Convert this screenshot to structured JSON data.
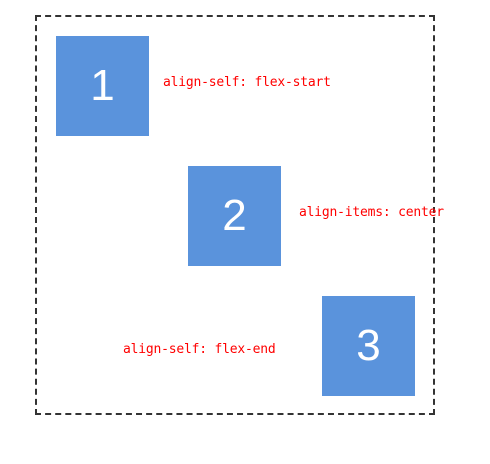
{
  "colors": {
    "box_fill": "#5a93dc",
    "box_text": "#ffffff",
    "annotation": "#ff0000",
    "border": "#333333"
  },
  "boxes": [
    {
      "label": "1",
      "note": "align-self: flex-start"
    },
    {
      "label": "2",
      "note": "align-items: center"
    },
    {
      "label": "3",
      "note": "align-self: flex-end"
    }
  ]
}
